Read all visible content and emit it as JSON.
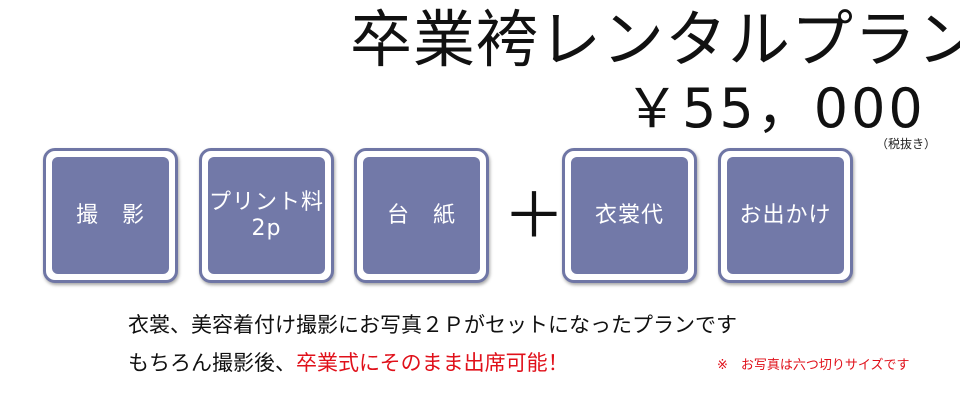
{
  "plan": {
    "title": "卒業袴レンタルプラン",
    "price": "￥55，000",
    "tax_note": "（税抜き）"
  },
  "included_items": [
    {
      "label": "撮　影"
    },
    {
      "label": "プリント料",
      "sub": "2p"
    },
    {
      "label": "台　紙"
    }
  ],
  "plus_sign": "＋",
  "extra_items": [
    {
      "label": "衣裳代"
    },
    {
      "label": "お出かけ"
    }
  ],
  "description": {
    "line1": "衣裳、美容着付け撮影にお写真２Ｐがセットになったプランです",
    "line2_prefix": "もちろん撮影後、",
    "line2_highlight": "卒業式にそのまま出席可能！"
  },
  "photo_note": "※　お写真は六つ切りサイズです",
  "colors": {
    "tile_fill": "#7279a8",
    "tile_border": "#6f76a5",
    "highlight_red": "#e0101a"
  }
}
